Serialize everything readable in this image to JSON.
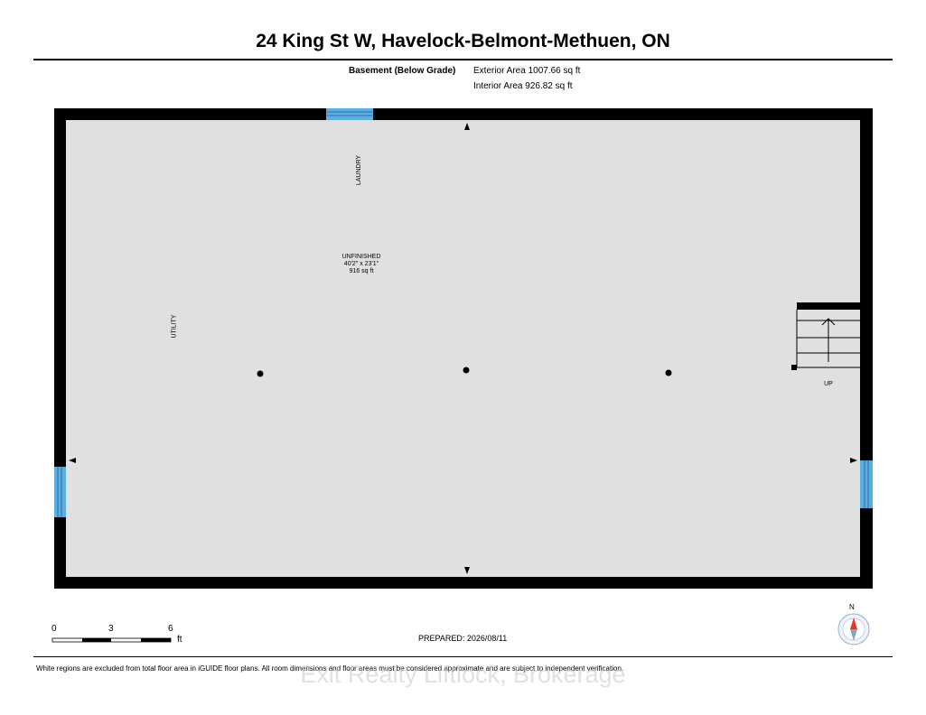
{
  "header": {
    "title": "24 King St W, Havelock-Belmont-Methuen, ON"
  },
  "areas": {
    "level_label": "Basement (Below Grade)",
    "exterior": "Exterior Area 1007.66 sq ft",
    "interior": "Interior Area 926.82 sq ft"
  },
  "plan": {
    "room_name": "UNFINISHED",
    "room_dims": "40'2\" x 23'1\"",
    "room_area": "916 sq ft",
    "laundry_label": "LAUNDRY",
    "utility_label": "UTILITY",
    "stairs_label": "UP",
    "colors": {
      "wall": "#000000",
      "floor": "#e0e0e0",
      "window": "#5aaee0"
    }
  },
  "footer": {
    "scale_ticks": [
      "0",
      "3",
      "6"
    ],
    "scale_unit": "ft",
    "prepared": "PREPARED: 2026/08/11",
    "compass_label": "N",
    "disclaimer": "White regions are excluded from total floor area in iGUIDE floor plans. All room dimensions and floor areas must be considered approximate and are subject to independent verification.",
    "watermark": "Exit Realty Liftlock, Brokerage"
  }
}
